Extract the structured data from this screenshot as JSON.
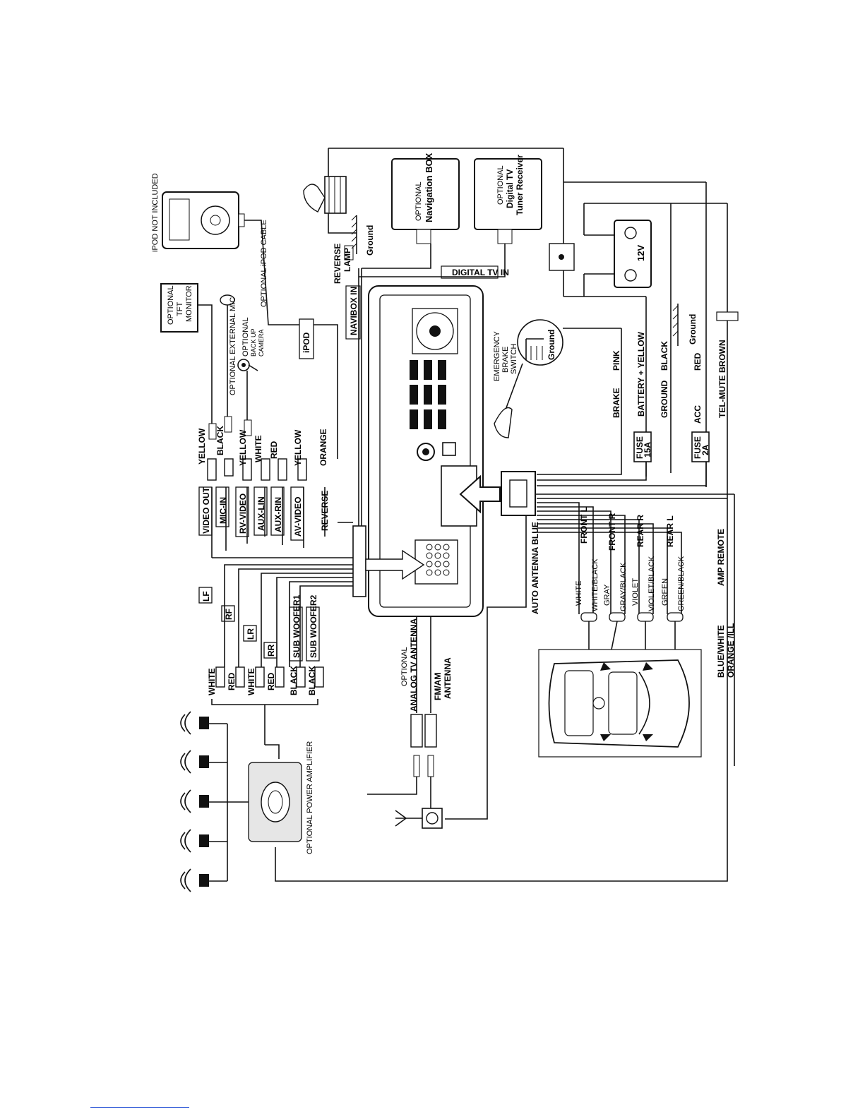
{
  "ipod": {
    "note": "iPOD NOT INCLUDED",
    "cable": "OPTIONAL iPOD CABLE",
    "port": "iPOD"
  },
  "tft": {
    "line1": "OPTIONAL",
    "line2": "TFT",
    "line3": "MONITOR"
  },
  "mic": "OPTIONAL EXTERNAL MIC",
  "camera": {
    "line1": "OPTIONAL",
    "line2": "BACK UP",
    "line3": "CAMERA"
  },
  "reverse_lamp": {
    "line1": "REVERSE",
    "line2": "LAMP"
  },
  "ground": "Ground",
  "navibox_in": "NAVIBOX IN",
  "digital_tv_in": "DIGITAL TV IN",
  "nav_box": {
    "line1": "OPTIONAL",
    "line2": "Navigation BOX"
  },
  "tv_tuner": {
    "line1": "OPTIONAL",
    "line2": "Digital TV",
    "line3": "Tuner Receiver"
  },
  "battery": "12V",
  "emergency_brake": {
    "line1": "EMERGENCY",
    "line2": "BRAKE",
    "line3": "SWITCH"
  },
  "fuse15": {
    "line1": "FUSE",
    "line2": "15A"
  },
  "fuse2": {
    "line1": "FUSE",
    "line2": "2A"
  },
  "power_wires": {
    "brake": "BRAKE",
    "pink": "PINK",
    "battery": "BATTERY + YELLOW",
    "ground": "GROUND",
    "black": "BLACK",
    "acc": "ACC",
    "red": "RED",
    "telmute": "TEL-MUTE BROWN"
  },
  "av_ports": [
    "VIDEO OUT",
    "MIC-IN",
    "RV-VIDEO",
    "AUX-LIN",
    "AUX-RIN",
    "AV-VIDEO",
    "REVERSE"
  ],
  "av_colors": [
    "YELLOW",
    "BLACK",
    "YELLOW",
    "WHITE",
    "RED",
    "YELLOW",
    "ORANGE"
  ],
  "rca_outputs": [
    "LF",
    "RF",
    "LR",
    "RR",
    "SUB WOOFER1",
    "SUB WOOFER2"
  ],
  "rca_colors": [
    "WHITE",
    "RED",
    "WHITE",
    "RED",
    "BLACK",
    "BLACK"
  ],
  "amplifier": "OPTIONAL POWER AMPLIFIER",
  "antenna_tv": {
    "line1": "OPTIONAL",
    "line2": "ANALOG TV ANTENNA"
  },
  "antenna_fm": {
    "line1": "FM/AM",
    "line2": "ANTENNA"
  },
  "auto_antenna": "AUTO ANTENNA   BLUE",
  "speakers": {
    "front_l": "FRONT L",
    "front_r": "FRONT R",
    "rear_r": "REAR R",
    "rear_l": "REAR L",
    "wires": [
      "WHITE",
      "WHITE/BLACK",
      "GRAY",
      "GRAY/BLACK",
      "VIOLET",
      "VIOLET/BLACK",
      "GREEN",
      "GREEN/BLACK"
    ]
  },
  "amp_remote": "AMP REMOTE",
  "blue_white": "BLUE/WHITE",
  "orange_ill": "ORANGE /ILL"
}
